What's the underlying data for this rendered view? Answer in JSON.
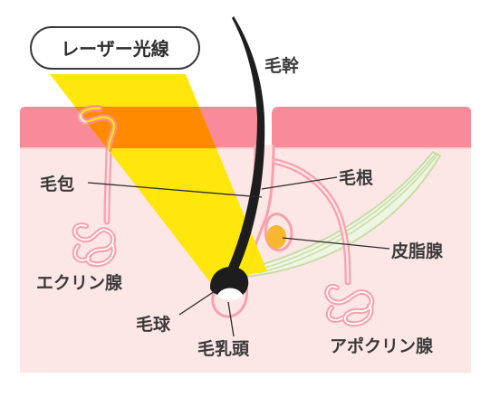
{
  "labels": {
    "laser": "レーザー光線",
    "hair_shaft": "毛幹",
    "follicle": "毛包",
    "hair_root": "毛根",
    "sebaceous_gland": "皮脂腺",
    "eccrine_gland": "エクリン腺",
    "hair_bulb": "毛球",
    "dermal_papilla": "毛乳頭",
    "apocrine_gland": "アポクリン腺"
  },
  "colors": {
    "epidermis": "#f98a9a",
    "dermis": "#fde6e6",
    "gland_line": "#f7a1ae",
    "laser_beam": "#ffe600",
    "laser_overlap": "#ff8a00",
    "hair": "#1d1d1d",
    "sebum": "#f7b733",
    "muscle": "#c9dca8",
    "leader": "#2b2b2b"
  }
}
